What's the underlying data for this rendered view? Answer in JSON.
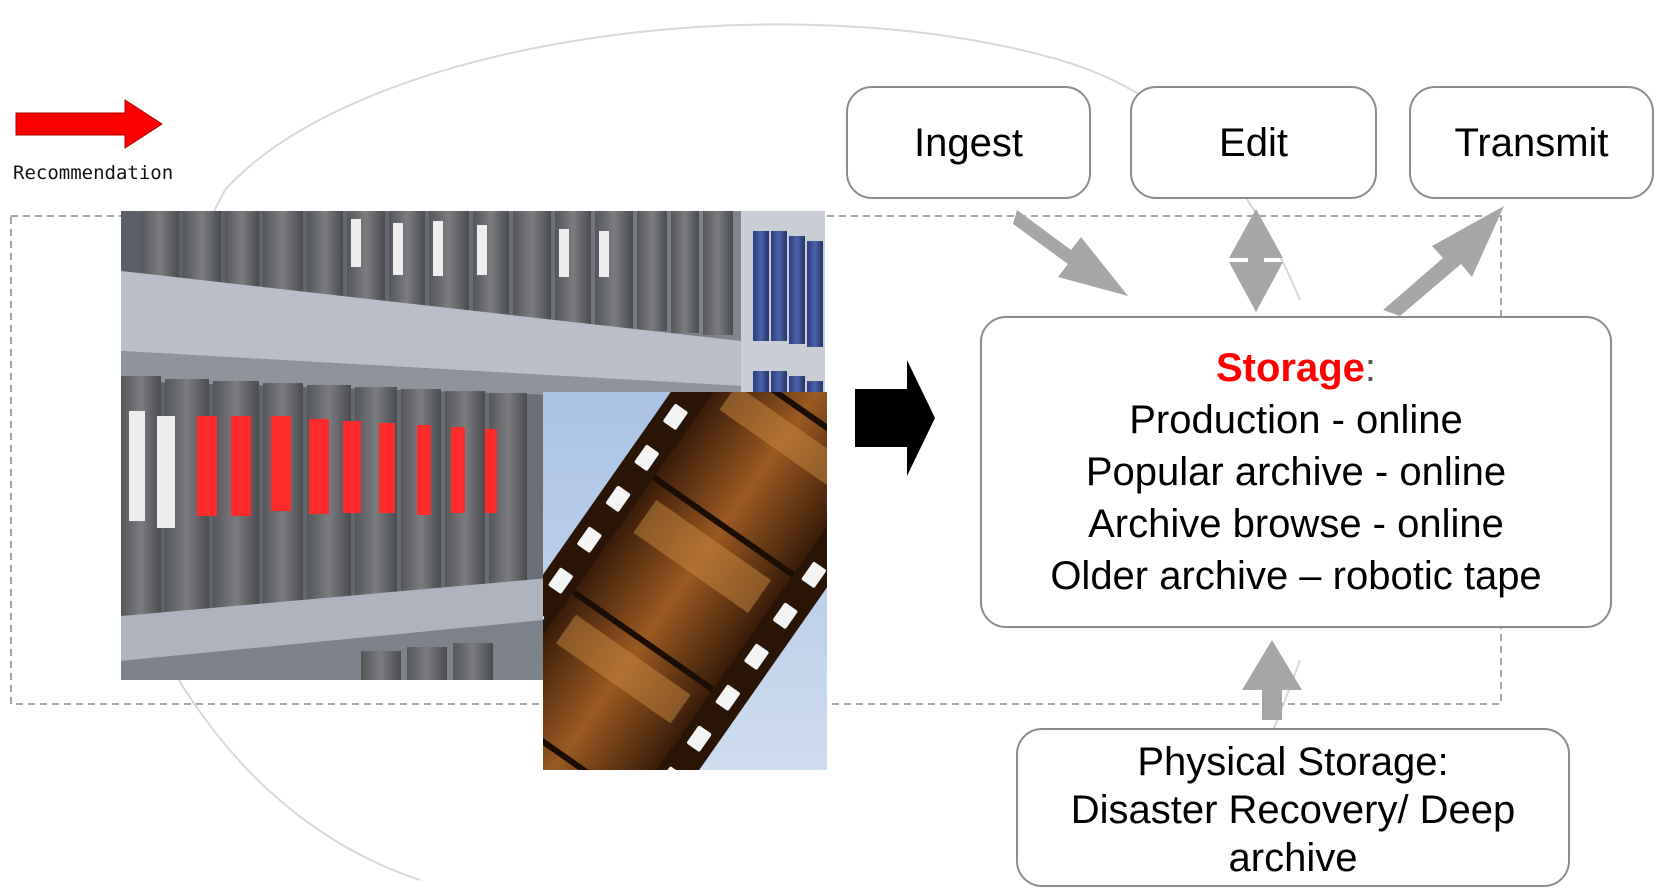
{
  "legend": {
    "label": "Recommendation",
    "arrow_color": "#ff0000"
  },
  "workflow": {
    "ingest": "Ingest",
    "edit": "Edit",
    "transmit": "Transmit"
  },
  "storage": {
    "title": "Storage",
    "title_suffix": ":",
    "title_color": "#ff0000",
    "lines": [
      "Production - online",
      "Popular archive - online",
      "Archive browse - online",
      "Older archive – robotic tape"
    ]
  },
  "physical": {
    "lines": [
      "Physical Storage:",
      "Disaster Recovery/ Deep",
      "archive"
    ]
  },
  "colors": {
    "node_border": "#8c8c8c",
    "flow_arrow": "#a6a6a6",
    "dashed_frame": "#888888",
    "process_arrow": "#000000"
  },
  "images": [
    {
      "name": "tape-archive-shelves-photo"
    },
    {
      "name": "film-strip-photo"
    }
  ]
}
